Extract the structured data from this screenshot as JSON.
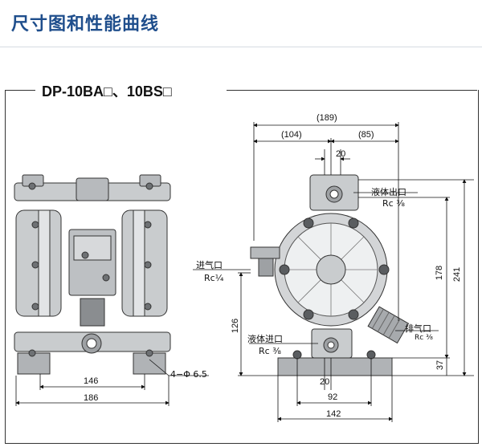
{
  "header": {
    "title": "尺寸图和性能曲线"
  },
  "model": {
    "title": "DP-10BA□、10BS□"
  },
  "labels": {
    "liquid_outlet": "液体出口",
    "liquid_outlet_size": "Rc ⅜",
    "air_inlet": "进气口",
    "air_inlet_size": "Rc¼",
    "liquid_inlet": "液体进口",
    "liquid_inlet_size": "Rc ⅜",
    "exhaust": "排气口",
    "exhaust_size": "Rc ⅜",
    "holes": "4−Φ 6.5"
  },
  "dimensions": {
    "d189": "(189)",
    "d104": "(104)",
    "d85": "(85)",
    "d20_top": "20",
    "d178": "178",
    "d241": "241",
    "d126": "126",
    "d37": "37",
    "d20_bottom": "20",
    "d92": "92",
    "d142": "142",
    "d146": "146",
    "d186": "186"
  },
  "colors": {
    "title": "#1f4e8c",
    "line": "#111111",
    "pump_body": "#c9ccce",
    "pump_dark": "#5a5d60"
  }
}
